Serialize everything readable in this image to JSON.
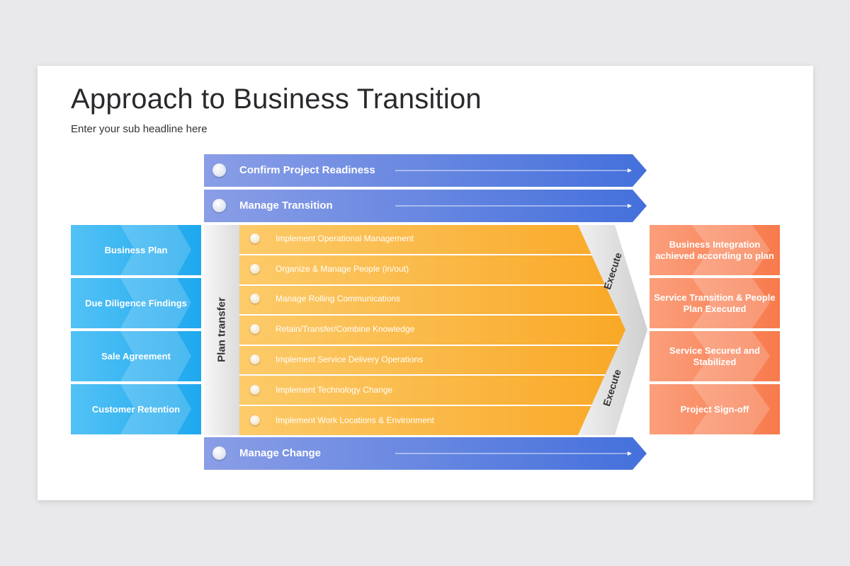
{
  "title": "Approach to Business Transition",
  "subtitle": "Enter your sub headline here",
  "top_arrows": [
    {
      "label": "Confirm Project Readiness"
    },
    {
      "label": "Manage Transition"
    }
  ],
  "bottom_arrow": {
    "label": "Manage Change"
  },
  "left_boxes": [
    {
      "label": "Business Plan"
    },
    {
      "label": "Due Diligence Findings"
    },
    {
      "label": "Sale Agreement"
    },
    {
      "label": "Customer Retention"
    }
  ],
  "plan_transfer": "Plan transfer",
  "activities": [
    {
      "label": "Implement Operational Management"
    },
    {
      "label": "Organize & Manage People (in/out)"
    },
    {
      "label": "Manage Rolling Communications"
    },
    {
      "label": "Retain/Transfer/Combine Knowledge"
    },
    {
      "label": "Implement Service Delivery Operations"
    },
    {
      "label": "Implement Technology Change"
    },
    {
      "label": "Implement Work Locations & Environment"
    }
  ],
  "execute_labels": [
    "Execute",
    "Execute"
  ],
  "right_boxes": [
    {
      "label": "Business Integration achieved according to plan"
    },
    {
      "label": "Service Transition & People Plan Executed"
    },
    {
      "label": "Service Secured and Stabilized"
    },
    {
      "label": "Project Sign-off"
    }
  ],
  "colors": {
    "blue_arrow_start": "#8a9ee6",
    "blue_arrow_end": "#4470dc",
    "left_box": "#1ea8ee",
    "center_orange": "#f9a826",
    "right_box": "#f77a4c"
  }
}
